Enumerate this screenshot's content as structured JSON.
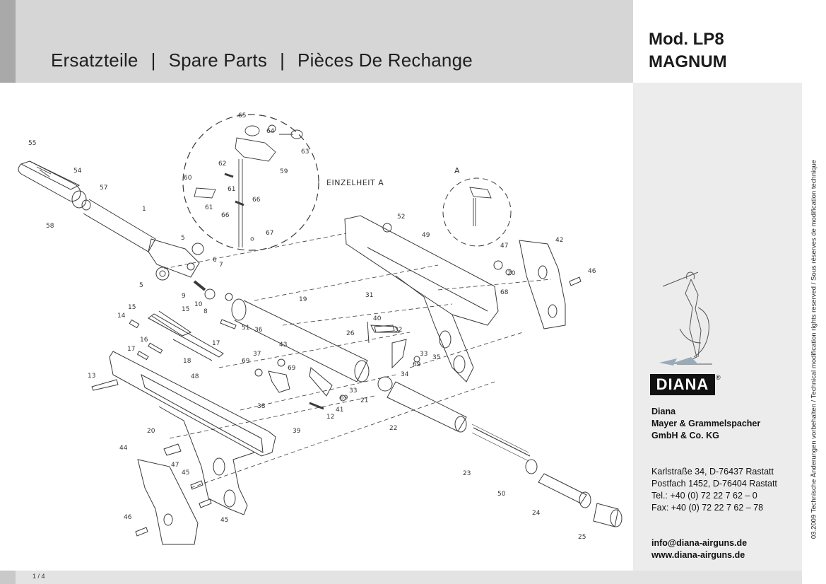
{
  "header": {
    "title_de": "Ersatzteile",
    "title_en": "Spare Parts",
    "title_fr": "Pièces De Rechange",
    "separator": "|"
  },
  "model": {
    "line1": "Mod. LP8",
    "line2": "MAGNUM"
  },
  "logo": {
    "brand": "DIANA",
    "registered": "®"
  },
  "company": {
    "name": "Diana",
    "legal_name": "Mayer & Grammelspacher",
    "legal_form": "GmbH & Co. KG"
  },
  "address": {
    "street": "Karlstraße 34, D-76437 Rastatt",
    "postbox": "Postfach 1452, D-76404 Rastatt",
    "phone": "Tel.: +40 (0) 72 22 7 62 – 0",
    "fax": "Fax: +40 (0) 72 22 7 62 – 78"
  },
  "contact": {
    "email": "info@diana-airguns.de",
    "web": "www.diana-airguns.de"
  },
  "side_note": "03.2009 Technische Änderungen vorbehalten / Technical modification rights reserved / Sous réserves de modification technique",
  "footer": {
    "page": "1 / 4"
  },
  "diagram": {
    "detail_caption": "EINZELHEIT A",
    "detail_marker": "A",
    "part_labels": [
      "55",
      "54",
      "57",
      "58",
      "1",
      "5",
      "5",
      "6",
      "7",
      "9",
      "10",
      "8",
      "15",
      "14",
      "15",
      "16",
      "17",
      "17",
      "18",
      "13",
      "48",
      "20",
      "47",
      "44",
      "45",
      "45",
      "46",
      "19",
      "51",
      "31",
      "26",
      "40",
      "32",
      "36",
      "43",
      "37",
      "69",
      "69",
      "38",
      "39",
      "12",
      "41",
      "69",
      "33",
      "21",
      "34",
      "33",
      "69",
      "35",
      "22",
      "23",
      "50",
      "24",
      "25",
      "49",
      "52",
      "47",
      "20",
      "42",
      "46",
      "68",
      "65",
      "64",
      "63",
      "59",
      "62",
      "60",
      "61",
      "61",
      "66",
      "66",
      "67"
    ]
  }
}
